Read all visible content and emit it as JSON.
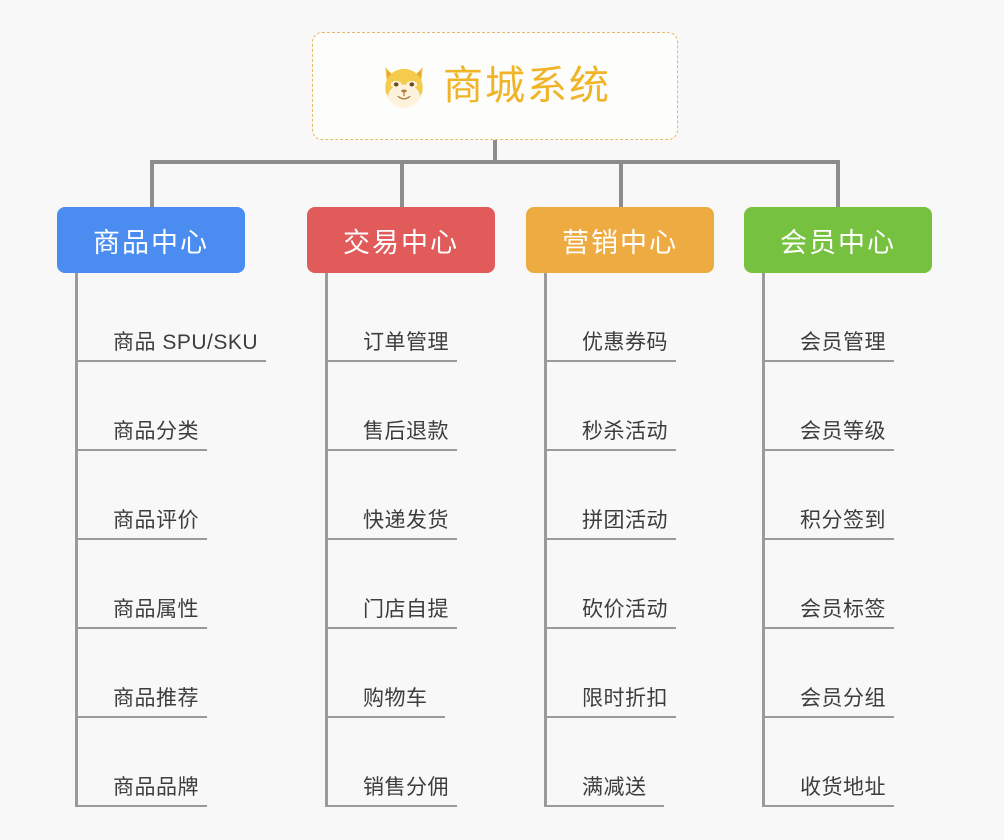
{
  "root": {
    "title": "商城系统",
    "icon": "shiba-dog-emoji",
    "border_color": "#e7b86a",
    "text_color": "#f0b429"
  },
  "canvas": {
    "background": "#f8f8f8",
    "connector_color": "#8d8d8d",
    "rule_color": "#9a9a9a"
  },
  "columns": [
    {
      "title": "商品中心",
      "color": "#4a8cf0",
      "items": [
        {
          "label": "商品 SPU/SKU"
        },
        {
          "label": "商品分类"
        },
        {
          "label": "商品评价"
        },
        {
          "label": "商品属性"
        },
        {
          "label": "商品推荐"
        },
        {
          "label": "商品品牌"
        }
      ]
    },
    {
      "title": "交易中心",
      "color": "#e15b5b",
      "items": [
        {
          "label": "订单管理"
        },
        {
          "label": "售后退款"
        },
        {
          "label": "快递发货"
        },
        {
          "label": "门店自提"
        },
        {
          "label": "购物车"
        },
        {
          "label": "销售分佣"
        }
      ]
    },
    {
      "title": "营销中心",
      "color": "#eeab41",
      "items": [
        {
          "label": "优惠券码"
        },
        {
          "label": "秒杀活动"
        },
        {
          "label": "拼团活动"
        },
        {
          "label": "砍价活动"
        },
        {
          "label": "限时折扣"
        },
        {
          "label": "满减送"
        }
      ]
    },
    {
      "title": "会员中心",
      "color": "#76c13f",
      "items": [
        {
          "label": "会员管理"
        },
        {
          "label": "会员等级"
        },
        {
          "label": "积分签到"
        },
        {
          "label": "会员标签"
        },
        {
          "label": "会员分组"
        },
        {
          "label": "收货地址"
        }
      ]
    }
  ]
}
